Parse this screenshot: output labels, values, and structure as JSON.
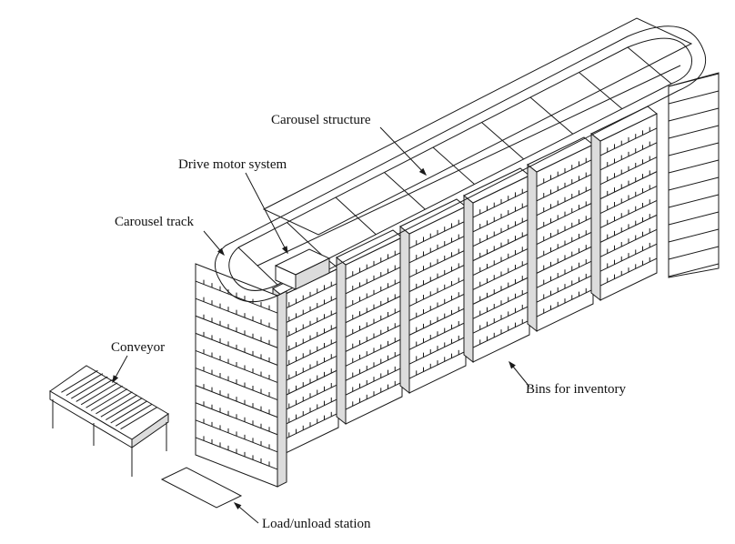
{
  "labels": {
    "carousel_structure": "Carousel structure",
    "drive_motor_system": "Drive motor system",
    "carousel_track": "Carousel track",
    "conveyor": "Conveyor",
    "bins_for_inventory": "Bins for inventory",
    "load_unload_station": "Load/unload station"
  },
  "colors": {
    "ink": "#1a1a1a",
    "paper": "#ffffff",
    "shade": "#dcdcdc"
  },
  "counts": {
    "bin_columns": 7,
    "bin_rows": 11
  }
}
